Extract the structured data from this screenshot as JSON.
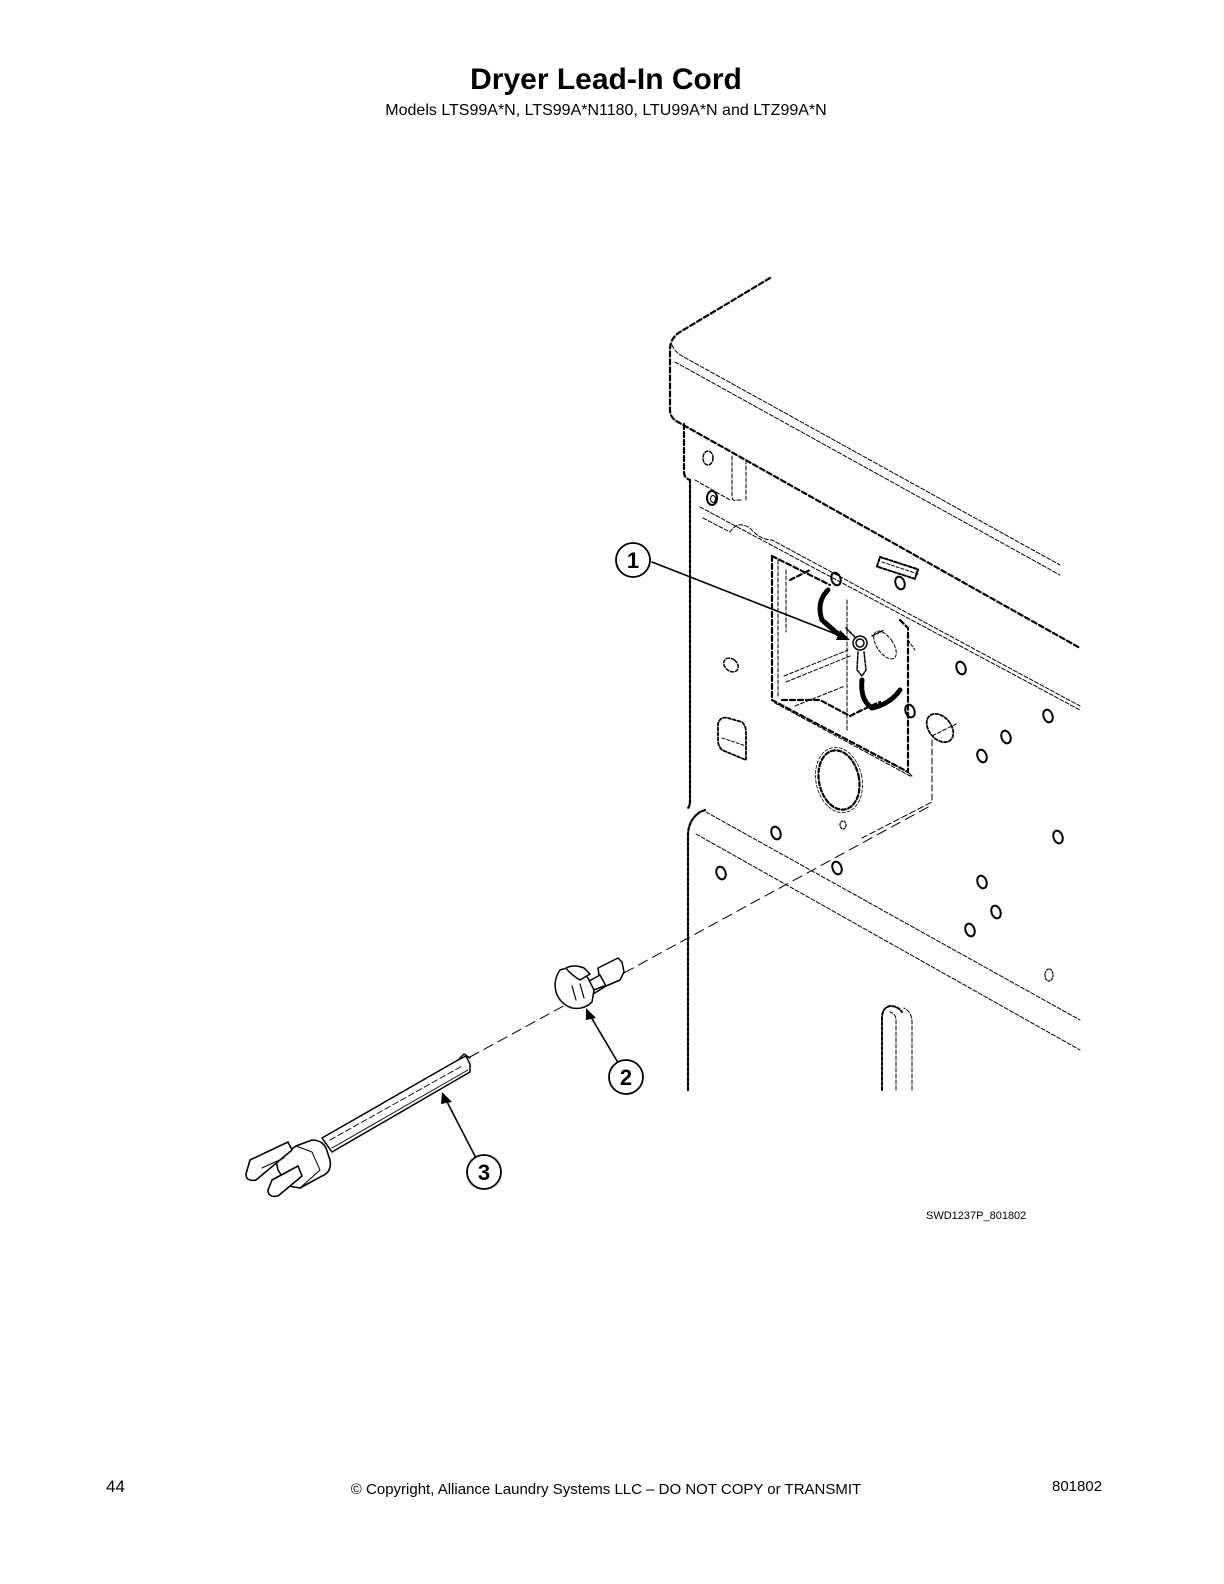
{
  "header": {
    "title": "Dryer Lead-In Cord",
    "subtitle": "Models LTS99A*N, LTS99A*N1180, LTU99A*N and LTZ99A*N"
  },
  "diagram": {
    "callouts": [
      {
        "number": "1",
        "part": "screw"
      },
      {
        "number": "2",
        "part": "strain-relief-bushing"
      },
      {
        "number": "3",
        "part": "power-cord-plug"
      }
    ],
    "figure_id": "SWD1237P_801802"
  },
  "footer": {
    "page_number": "44",
    "copyright": "© Copyright, Alliance Laundry Systems LLC – DO NOT COPY or TRANSMIT",
    "doc_number": "801802"
  }
}
